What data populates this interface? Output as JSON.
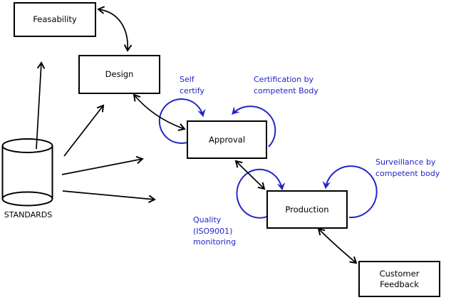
{
  "diagram": {
    "nodes": [
      {
        "id": "feasability",
        "label": "Feasability"
      },
      {
        "id": "design",
        "label": "Design"
      },
      {
        "id": "approval",
        "label": "Approval"
      },
      {
        "id": "production",
        "label": "Production"
      },
      {
        "id": "customer-feedback",
        "label": "Customer\nFeedback"
      }
    ],
    "datastore": {
      "shape": "cylinder",
      "label": "STANDARDS"
    },
    "annotations": [
      {
        "id": "self-certify",
        "label": "Self\ncertify"
      },
      {
        "id": "certification",
        "label": "Certification by\ncompetent Body"
      },
      {
        "id": "quality",
        "label": "Quality\n(ISO9001)\nmonitoring"
      },
      {
        "id": "surveillance",
        "label": "Surveillance by\ncompetent body"
      }
    ],
    "edges": [
      {
        "from": "feasability",
        "to": "design",
        "style": "curved-double-arrow"
      },
      {
        "from": "design",
        "to": "approval",
        "style": "curved-double-arrow"
      },
      {
        "from": "approval",
        "to": "production",
        "style": "double-arrow"
      },
      {
        "from": "production",
        "to": "customer-feedback",
        "style": "curved-double-arrow"
      },
      {
        "from": "standards",
        "to": "feasability",
        "style": "arrow"
      },
      {
        "from": "standards",
        "to": "design",
        "style": "arrow"
      },
      {
        "from": "standards",
        "to": "approval",
        "style": "arrow"
      },
      {
        "from": "standards",
        "to": "production",
        "style": "arrow"
      },
      {
        "from": "approval",
        "to": "approval",
        "style": "blue-loop",
        "annotation": "self-certify"
      },
      {
        "from": "approval",
        "to": "approval",
        "style": "blue-loop",
        "annotation": "certification"
      },
      {
        "from": "production",
        "to": "production",
        "style": "blue-loop",
        "annotation": "quality"
      },
      {
        "from": "production",
        "to": "production",
        "style": "blue-loop",
        "annotation": "surveillance"
      }
    ],
    "colors": {
      "annotation_blue": "#2323cc",
      "line_black": "#000000",
      "background": "#ffffff"
    }
  }
}
